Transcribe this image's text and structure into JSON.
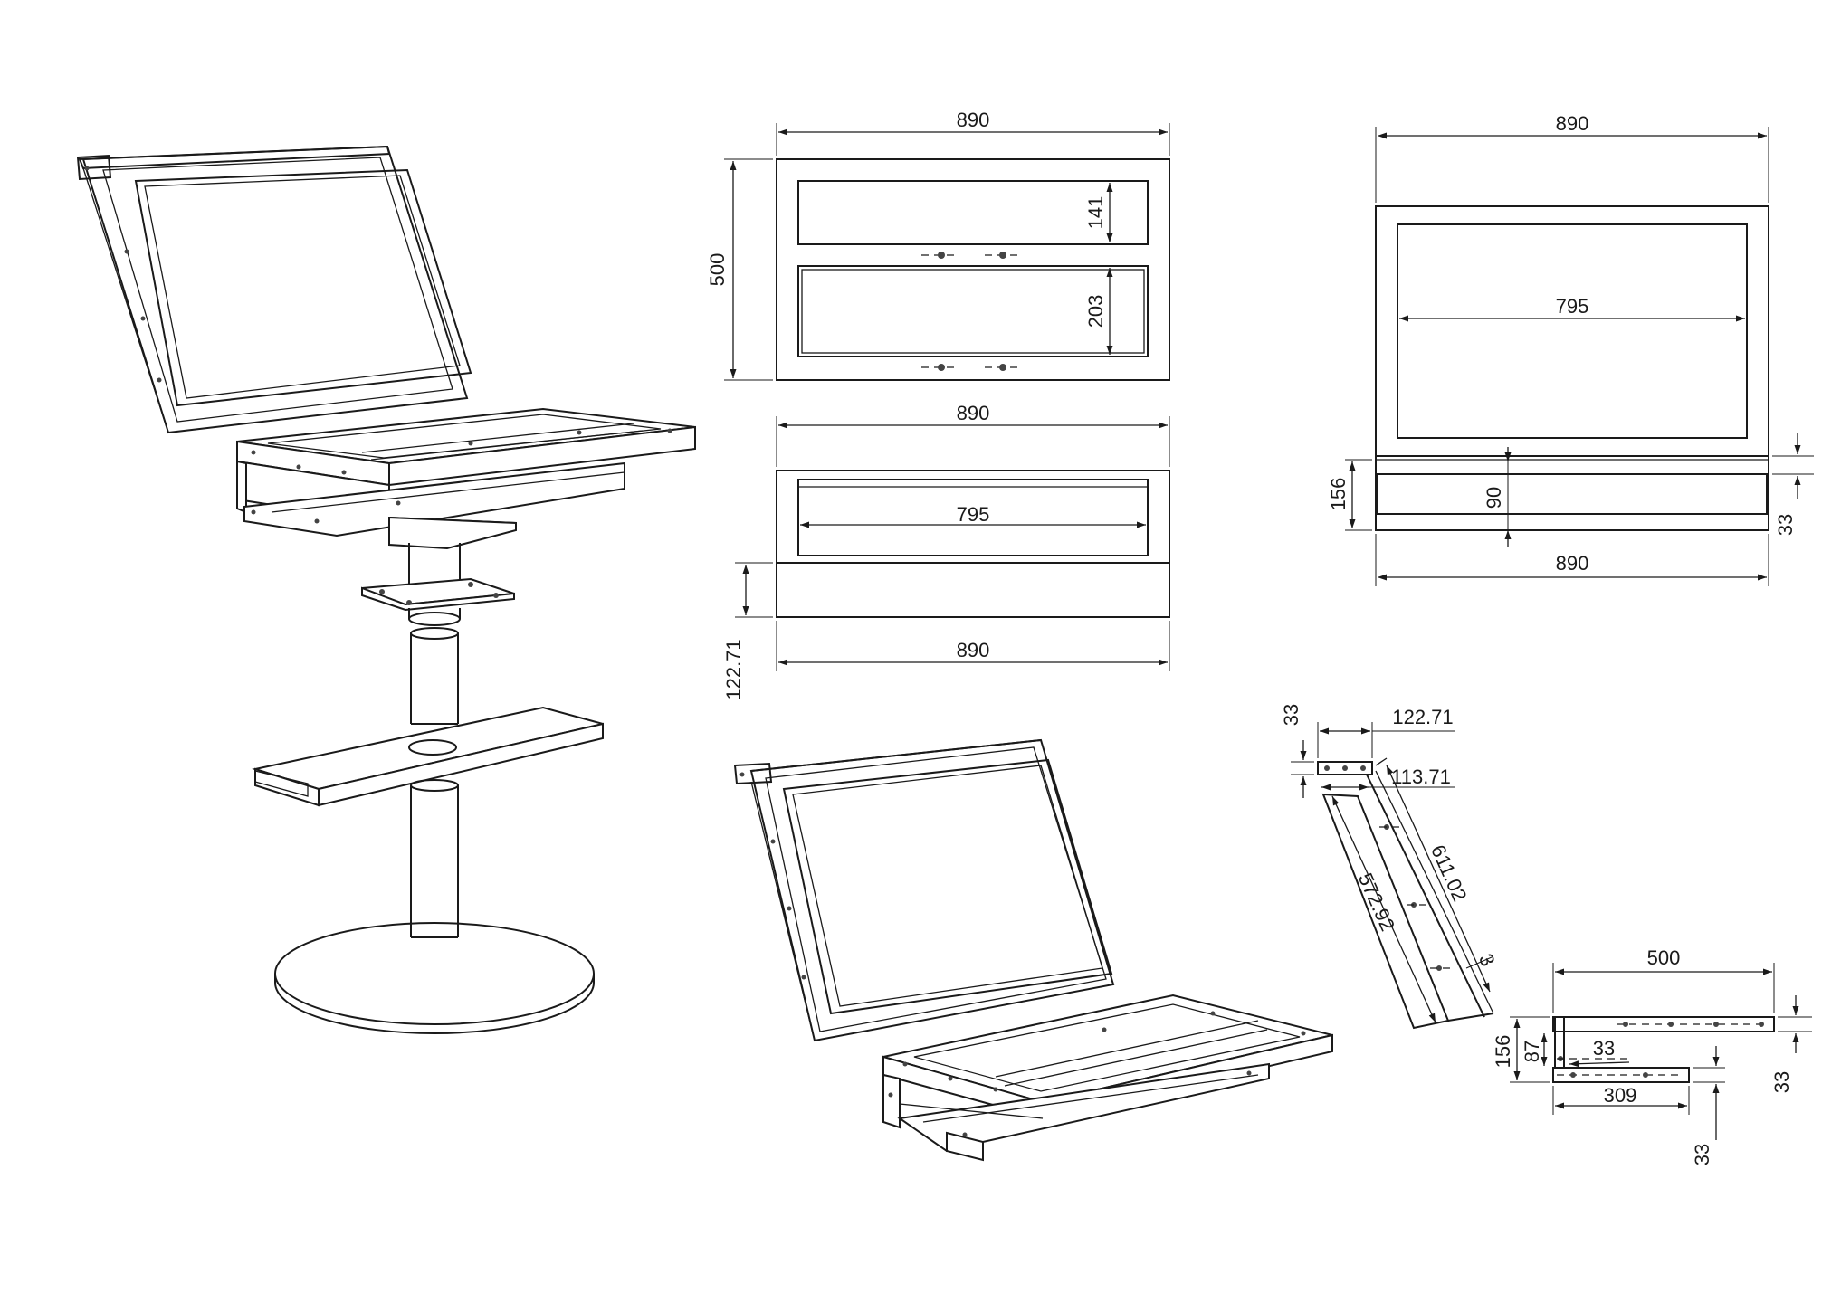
{
  "drawing_title": "",
  "colors": {
    "line": "#1a1a1a",
    "background": "#ffffff"
  },
  "front_view_top": {
    "width": "890",
    "height": "500",
    "upper_opening": "141",
    "lower_opening": "203"
  },
  "front_view_bottom": {
    "top_width": "890",
    "inner_width": "795",
    "bottom_width": "890",
    "depth": "122.71"
  },
  "side_view": {
    "top_width": "890",
    "inner_width": "795",
    "base_height": "156",
    "shelf_height": "90",
    "rail_thickness": "33",
    "bottom_width": "890"
  },
  "bracket_detail": {
    "top_thickness": "33",
    "outer_offset": "122.71",
    "inner_offset": "113.71",
    "inner_length": "572.92",
    "outer_length": "611.02",
    "plate": "3"
  },
  "rail_detail": {
    "length": "500",
    "height": "156",
    "gap": "87",
    "upper_thickness": "33",
    "short_length": "309",
    "right_thickness": "33",
    "lower_thickness": "33"
  }
}
